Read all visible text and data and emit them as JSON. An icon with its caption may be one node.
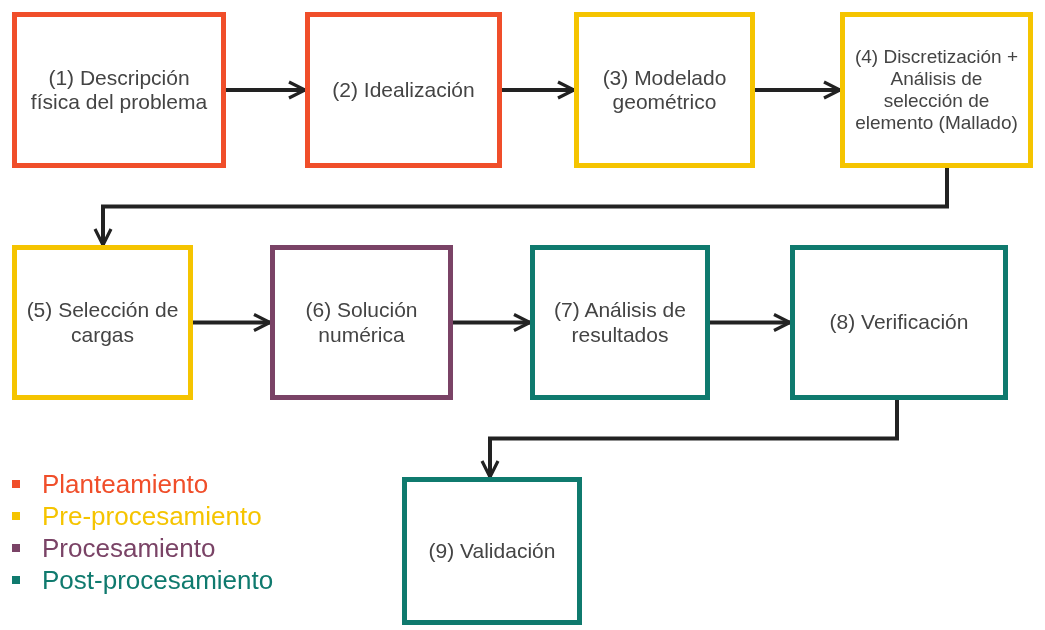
{
  "diagram": {
    "nodes": [
      {
        "text": [
          "(1) Descripción física del problema"
        ]
      },
      {
        "text": [
          "(2) Idealización"
        ]
      },
      {
        "text": [
          "(3) Modelado geométrico"
        ]
      },
      {
        "text": [
          "(4) Discretización + Análisis de selección de elemento (Mallado)"
        ]
      },
      {
        "text": [
          "(5) Selección de cargas"
        ]
      },
      {
        "text": [
          "(6) Solución numérica"
        ]
      },
      {
        "text": [
          "(7) Análisis de resultados"
        ]
      },
      {
        "text": [
          "(8) Verificación"
        ]
      },
      {
        "text": [
          "(9) Validación"
        ]
      }
    ],
    "edges": [
      {
        "from": 0,
        "to": 1,
        "arrow": "to"
      },
      {
        "from": 1,
        "to": 2,
        "arrow": "to"
      },
      {
        "from": 2,
        "to": 3,
        "arrow": "to"
      },
      {
        "from": 3,
        "to": 4,
        "arrow": "to"
      },
      {
        "from": 4,
        "to": 5,
        "arrow": "to"
      },
      {
        "from": 5,
        "to": 6,
        "arrow": "to"
      },
      {
        "from": 6,
        "to": 7,
        "arrow": "to"
      },
      {
        "from": 7,
        "to": 8,
        "arrow": "to"
      }
    ],
    "legend": [
      {
        "text": "Planteamiento",
        "color": "#f04e2a"
      },
      {
        "text": "Pre-procesamiento",
        "color": "#f5c400"
      },
      {
        "text": "Procesamiento",
        "color": "#7a4366"
      },
      {
        "text": "Post-procesamiento",
        "color": "#0f7a6e"
      }
    ]
  }
}
